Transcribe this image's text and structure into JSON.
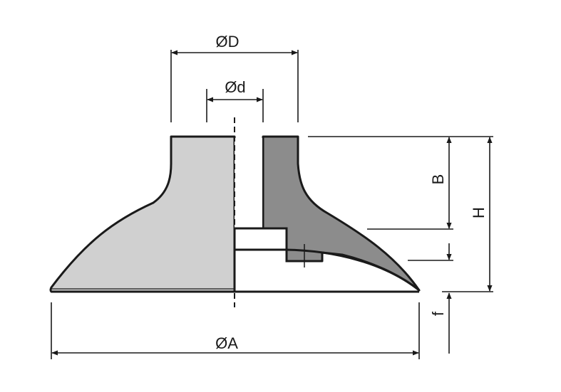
{
  "labels": {
    "outer_top_diameter": "ØD",
    "inner_diameter": "Ød",
    "base_diameter": "ØA",
    "height_b": "B",
    "height_h": "H",
    "clearance_f": "f"
  },
  "colors": {
    "light_fill": "#d0d0d0",
    "dark_fill": "#8c8c8c",
    "stroke": "#1a1a1a",
    "background": "#ffffff"
  }
}
